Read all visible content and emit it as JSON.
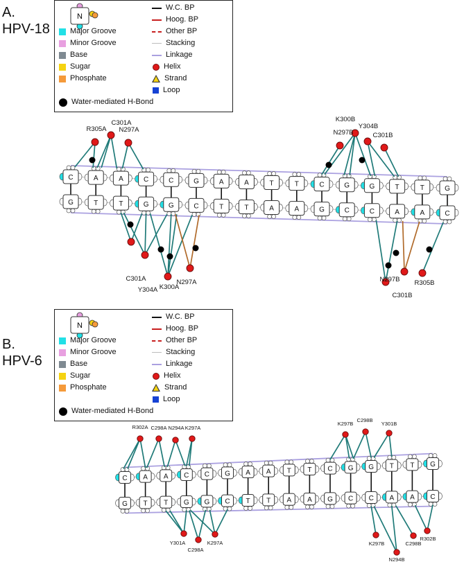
{
  "panels": [
    {
      "letter": "A.",
      "name": "HPV-18"
    },
    {
      "letter": "B.",
      "name": "HPV-6"
    }
  ],
  "legend": {
    "glyph_letter": "N",
    "items": {
      "major_groove": "Major Groove",
      "minor_groove": "Minor Groove",
      "base": "Base",
      "sugar": "Sugar",
      "phosphate": "Phosphate",
      "wc_bp": "W.C. BP",
      "hoog_bp": "Hoog. BP",
      "other_bp": "Other BP",
      "stacking": "Stacking",
      "linkage": "Linkage",
      "helix": "Helix",
      "strand": "Strand",
      "loop": "Loop",
      "water": "Water-mediated H-Bond"
    },
    "colors": {
      "major_groove": "#22e0e6",
      "minor_groove": "#e8a0e0",
      "base": "#7f8a92",
      "sugar": "#f5d311",
      "phosphate": "#f59a3a",
      "wc_bp": "#111111",
      "hoog_bp": "#c81e1e",
      "other_bp": "#c81e1e",
      "stacking": "#bbbbbb",
      "linkage": "#aaa0e0",
      "helix": "#e01919",
      "strand": "#f5d311",
      "loop": "#1642d4",
      "water": "#000000",
      "contact": "#1f7a78"
    }
  },
  "hpv18": {
    "top_strand": [
      "C",
      "A",
      "A",
      "C",
      "C",
      "G",
      "A",
      "A",
      "T",
      "T",
      "C",
      "G",
      "G",
      "T",
      "T",
      "G"
    ],
    "bottom_strand": [
      "G",
      "T",
      "T",
      "G",
      "G",
      "C",
      "T",
      "T",
      "A",
      "A",
      "G",
      "C",
      "C",
      "A",
      "A",
      "C"
    ],
    "labels_top": {
      "c301a": "C301A",
      "r305a": "R305A",
      "n297a": "N297A",
      "k300b": "K300B",
      "y304b": "Y304B",
      "n297b": "N297B",
      "c301b": "C301B"
    },
    "labels_bottom": {
      "c301a": "C301A",
      "y304a": "Y304A",
      "k300a": "K300A",
      "n297a": "N297A",
      "n297b": "N297B",
      "r305b": "R305B",
      "c301b": "C301B"
    }
  },
  "hpv6": {
    "top_strand": [
      "C",
      "A",
      "A",
      "C",
      "C",
      "G",
      "A",
      "A",
      "T",
      "T",
      "C",
      "G",
      "G",
      "T",
      "T",
      "G"
    ],
    "bottom_strand": [
      "G",
      "T",
      "T",
      "G",
      "G",
      "C",
      "T",
      "T",
      "A",
      "A",
      "G",
      "C",
      "C",
      "A",
      "A",
      "C"
    ],
    "labels_top": {
      "r302a": "R302A",
      "c298a": "C298A",
      "n294a": "N294A",
      "k297a": "K297A",
      "k297b": "K297B",
      "c298b": "C298B",
      "y301b": "Y301B"
    },
    "labels_bottom": {
      "y301a": "Y301A",
      "c298a": "C298A",
      "k297a": "K297A",
      "k297b": "K297B",
      "n294b": "N294B",
      "c298b": "C298B",
      "r302b": "R302B"
    }
  }
}
